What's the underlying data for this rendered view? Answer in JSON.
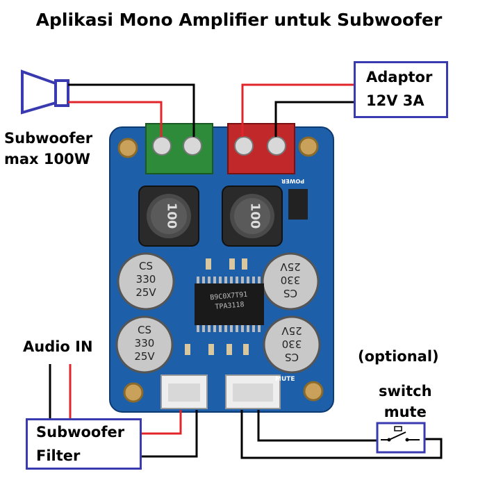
{
  "title": "Aplikasi Mono Amplifier untuk Subwoofer",
  "labels": {
    "subwoofer_line1": "Subwoofer",
    "subwoofer_line2": "max 100W",
    "audio_in": "Audio IN",
    "optional": "(optional)",
    "switch_line1": "switch",
    "switch_line2": "mute"
  },
  "boxes": {
    "adaptor_line1": "Adaptor",
    "adaptor_line2": "12V 3A",
    "filter_line1": "Subwoofer",
    "filter_line2": "Filter"
  },
  "board": {
    "chip_line1": "B9C0X7T91",
    "chip_line2": "TPA3118",
    "cap_line1": "CS",
    "cap_line2": "330",
    "cap_line3": "25V",
    "inductor_label": "100",
    "mute_label": "MUTE",
    "power_label": "POWER"
  },
  "colors": {
    "board": "#1d5fa8",
    "box_border": "#3a3ab0",
    "terminal_green": "#2e8b3a",
    "terminal_red": "#c0282a",
    "wire_red": "#e0262a",
    "wire_black": "#000000"
  }
}
